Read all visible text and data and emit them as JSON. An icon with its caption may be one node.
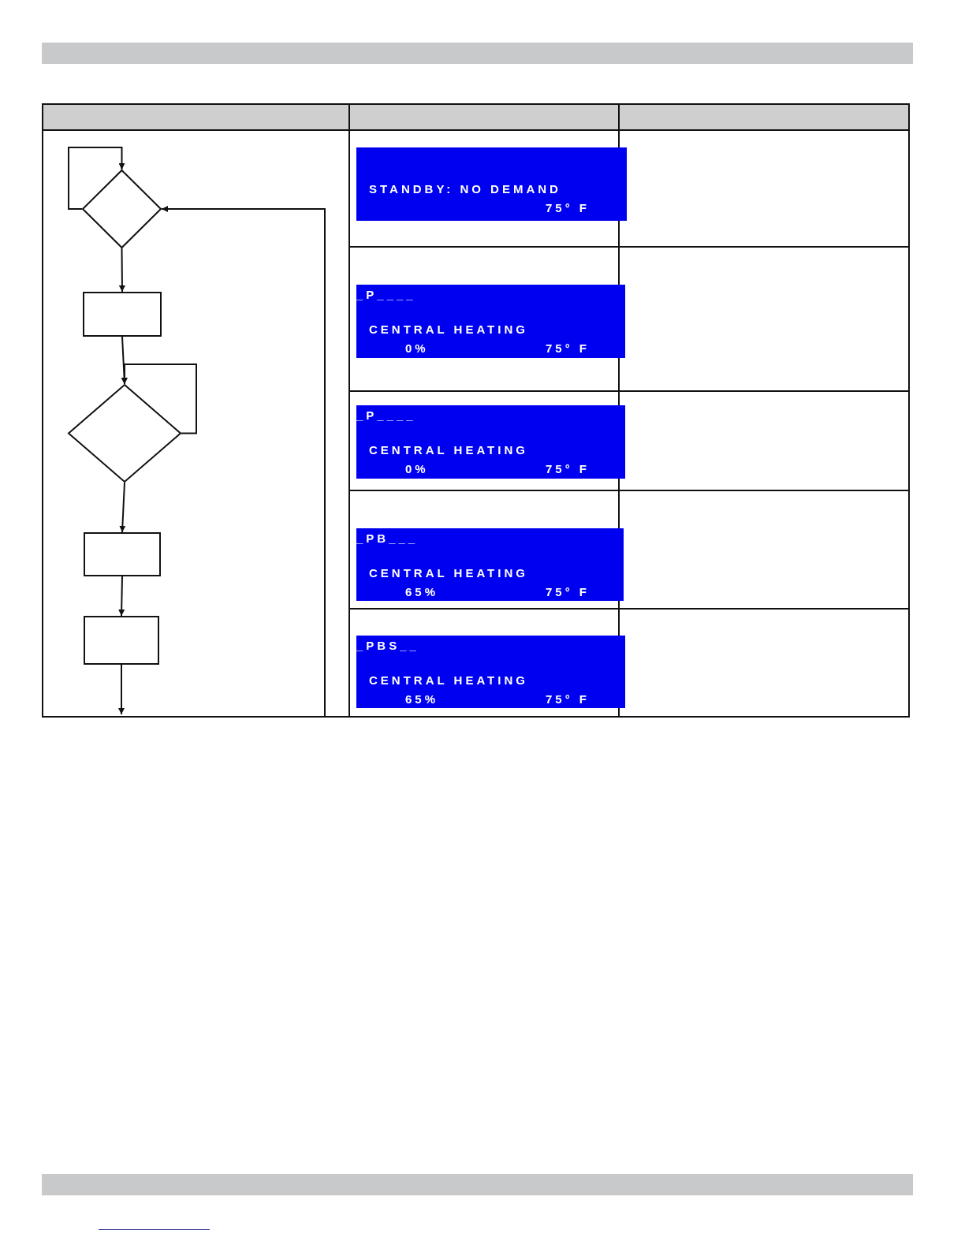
{
  "diagram": {
    "nodes": [
      {
        "text": [],
        "shape": "diamond"
      },
      {
        "text": [],
        "shape": "box"
      },
      {
        "text": [],
        "shape": "diamond"
      },
      {
        "text": [],
        "shape": "box"
      },
      {
        "text": [],
        "shape": "box"
      },
      {
        "text": [
          "STANDBY: NO DEMAND",
          "75° F"
        ]
      },
      {
        "text": [
          "_P____",
          "CENTRAL HEATING",
          "0%",
          "75° F"
        ]
      },
      {
        "text": [
          "_P____",
          "CENTRAL HEATING",
          "0%",
          "75° F"
        ]
      },
      {
        "text": [
          "_PB___",
          "CENTRAL HEATING",
          "65%",
          "75° F"
        ]
      },
      {
        "text": [
          "_PBS__",
          "CENTRAL HEATING",
          "65%",
          "75° F"
        ]
      }
    ],
    "edges": [
      {
        "from": 0,
        "to": 0,
        "arrow": "to"
      },
      {
        "from": 0,
        "to": 1,
        "arrow": "to"
      },
      {
        "from": 1,
        "to": 2,
        "arrow": "to"
      },
      {
        "from": 2,
        "to": 2,
        "arrow": "to"
      },
      {
        "from": 2,
        "to": 3,
        "arrow": "to"
      },
      {
        "from": 3,
        "to": 4,
        "arrow": "to"
      },
      {
        "from": 4,
        "to": null,
        "arrow": "to"
      },
      {
        "from": null,
        "to": 0,
        "arrow": "to"
      }
    ]
  }
}
